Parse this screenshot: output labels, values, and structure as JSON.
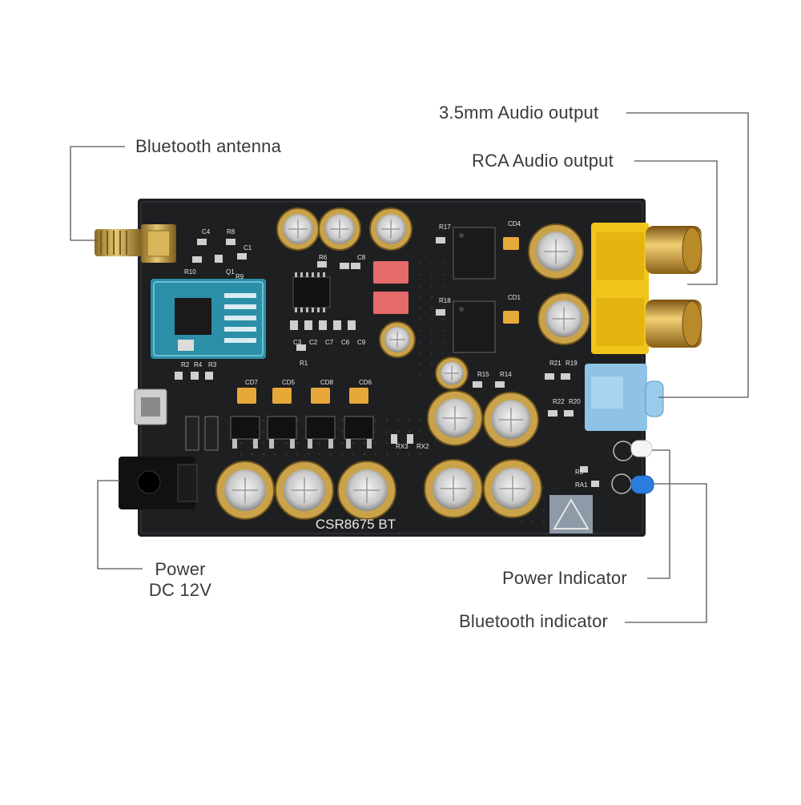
{
  "labels": {
    "antenna": "Bluetooth antenna",
    "audio_35": "3.5mm  Audio output",
    "rca": "RCA Audio output",
    "power_line1": "Power",
    "power_line2": "DC 12V",
    "power_indicator": "Power Indicator",
    "bt_indicator": "Bluetooth indicator"
  },
  "board": {
    "model": "CSR8675 BT",
    "silkscreen": [
      "C4",
      "R8",
      "C1",
      "R10",
      "Q1",
      "R9",
      "R2",
      "R4",
      "R3",
      "R6",
      "C8",
      "C3",
      "C2",
      "C7",
      "C6",
      "C9",
      "R1",
      "CD7",
      "CD5",
      "CD8",
      "CD6",
      "R17",
      "CD4",
      "R18",
      "CD1",
      "R15",
      "R14",
      "R21",
      "R19",
      "R22",
      "R20",
      "RX3",
      "RX2",
      "R5",
      "RA1"
    ]
  },
  "colors": {
    "pcb": "#1e1f21",
    "gold": "#c9a24a",
    "rca_yellow": "#f2c51c",
    "jack_blue": "#8ec3e6",
    "callout_text": "#3a3a3a",
    "leader_line": "#555555"
  }
}
